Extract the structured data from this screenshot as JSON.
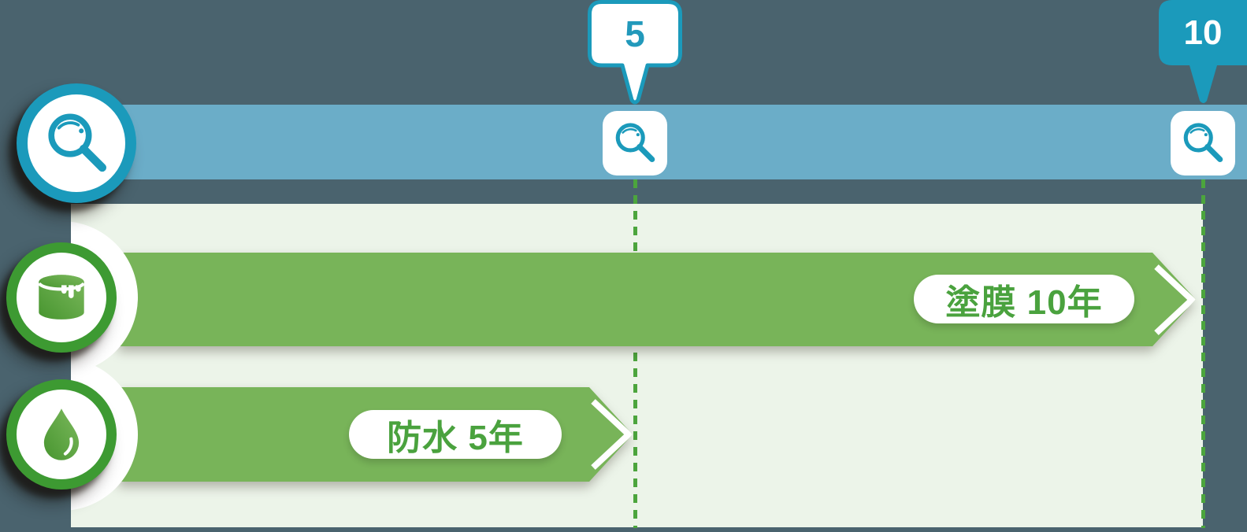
{
  "meta": {
    "description": "Maintenance warranty timeline infographic: inspection markers at 5 and 10 years, coating lasts 10 years, waterproofing lasts 5 years"
  },
  "colors": {
    "background": "#4a636e",
    "timeline_blue": "#6badc8",
    "accent_teal": "#1b9abb",
    "bar_green": "#78b459",
    "ring_green": "#3d9a32",
    "panel_green": "#ecf4e9",
    "dash_green": "#4ca53d",
    "label_green": "#4aa23e"
  },
  "callouts": [
    {
      "id": "year-5",
      "label": "5",
      "style": "white-outlined"
    },
    {
      "id": "year-10",
      "label": "10",
      "style": "teal-filled"
    }
  ],
  "timeline": {
    "unit": "年",
    "marker_years": [
      0,
      5,
      10
    ],
    "marker_icon": "magnifier"
  },
  "rows": [
    {
      "icon": "paint-bucket-icon",
      "label": "塗膜 10年",
      "duration_years": 10
    },
    {
      "icon": "water-drop-icon",
      "label": "防水 5年",
      "duration_years": 5
    }
  ],
  "chart_data": {
    "type": "timeline-bar",
    "x_axis": {
      "unit": "years",
      "range": [
        0,
        10
      ],
      "markers": [
        5,
        10
      ]
    },
    "series": [
      {
        "name": "塗膜",
        "label": "塗膜 10年",
        "start": 0,
        "duration_years": 10
      },
      {
        "name": "防水",
        "label": "防水 5年",
        "start": 0,
        "duration_years": 5
      }
    ],
    "legend_position": "none",
    "grid": "dashed vertical lines at year 5 and year 10"
  }
}
